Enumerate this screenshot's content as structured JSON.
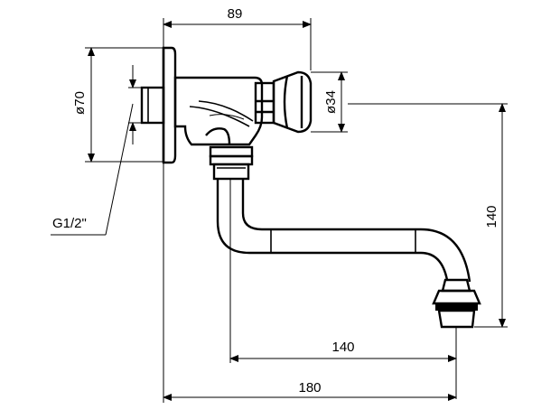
{
  "drawing": {
    "dimensions": {
      "overall_depth_label": "89",
      "flange_diameter_label": "ø70",
      "button_diameter_label": "ø34",
      "thread_label": "G1/2\"",
      "spout_height_label": "140",
      "spout_reach_label": "140",
      "total_reach_label": "180"
    }
  }
}
